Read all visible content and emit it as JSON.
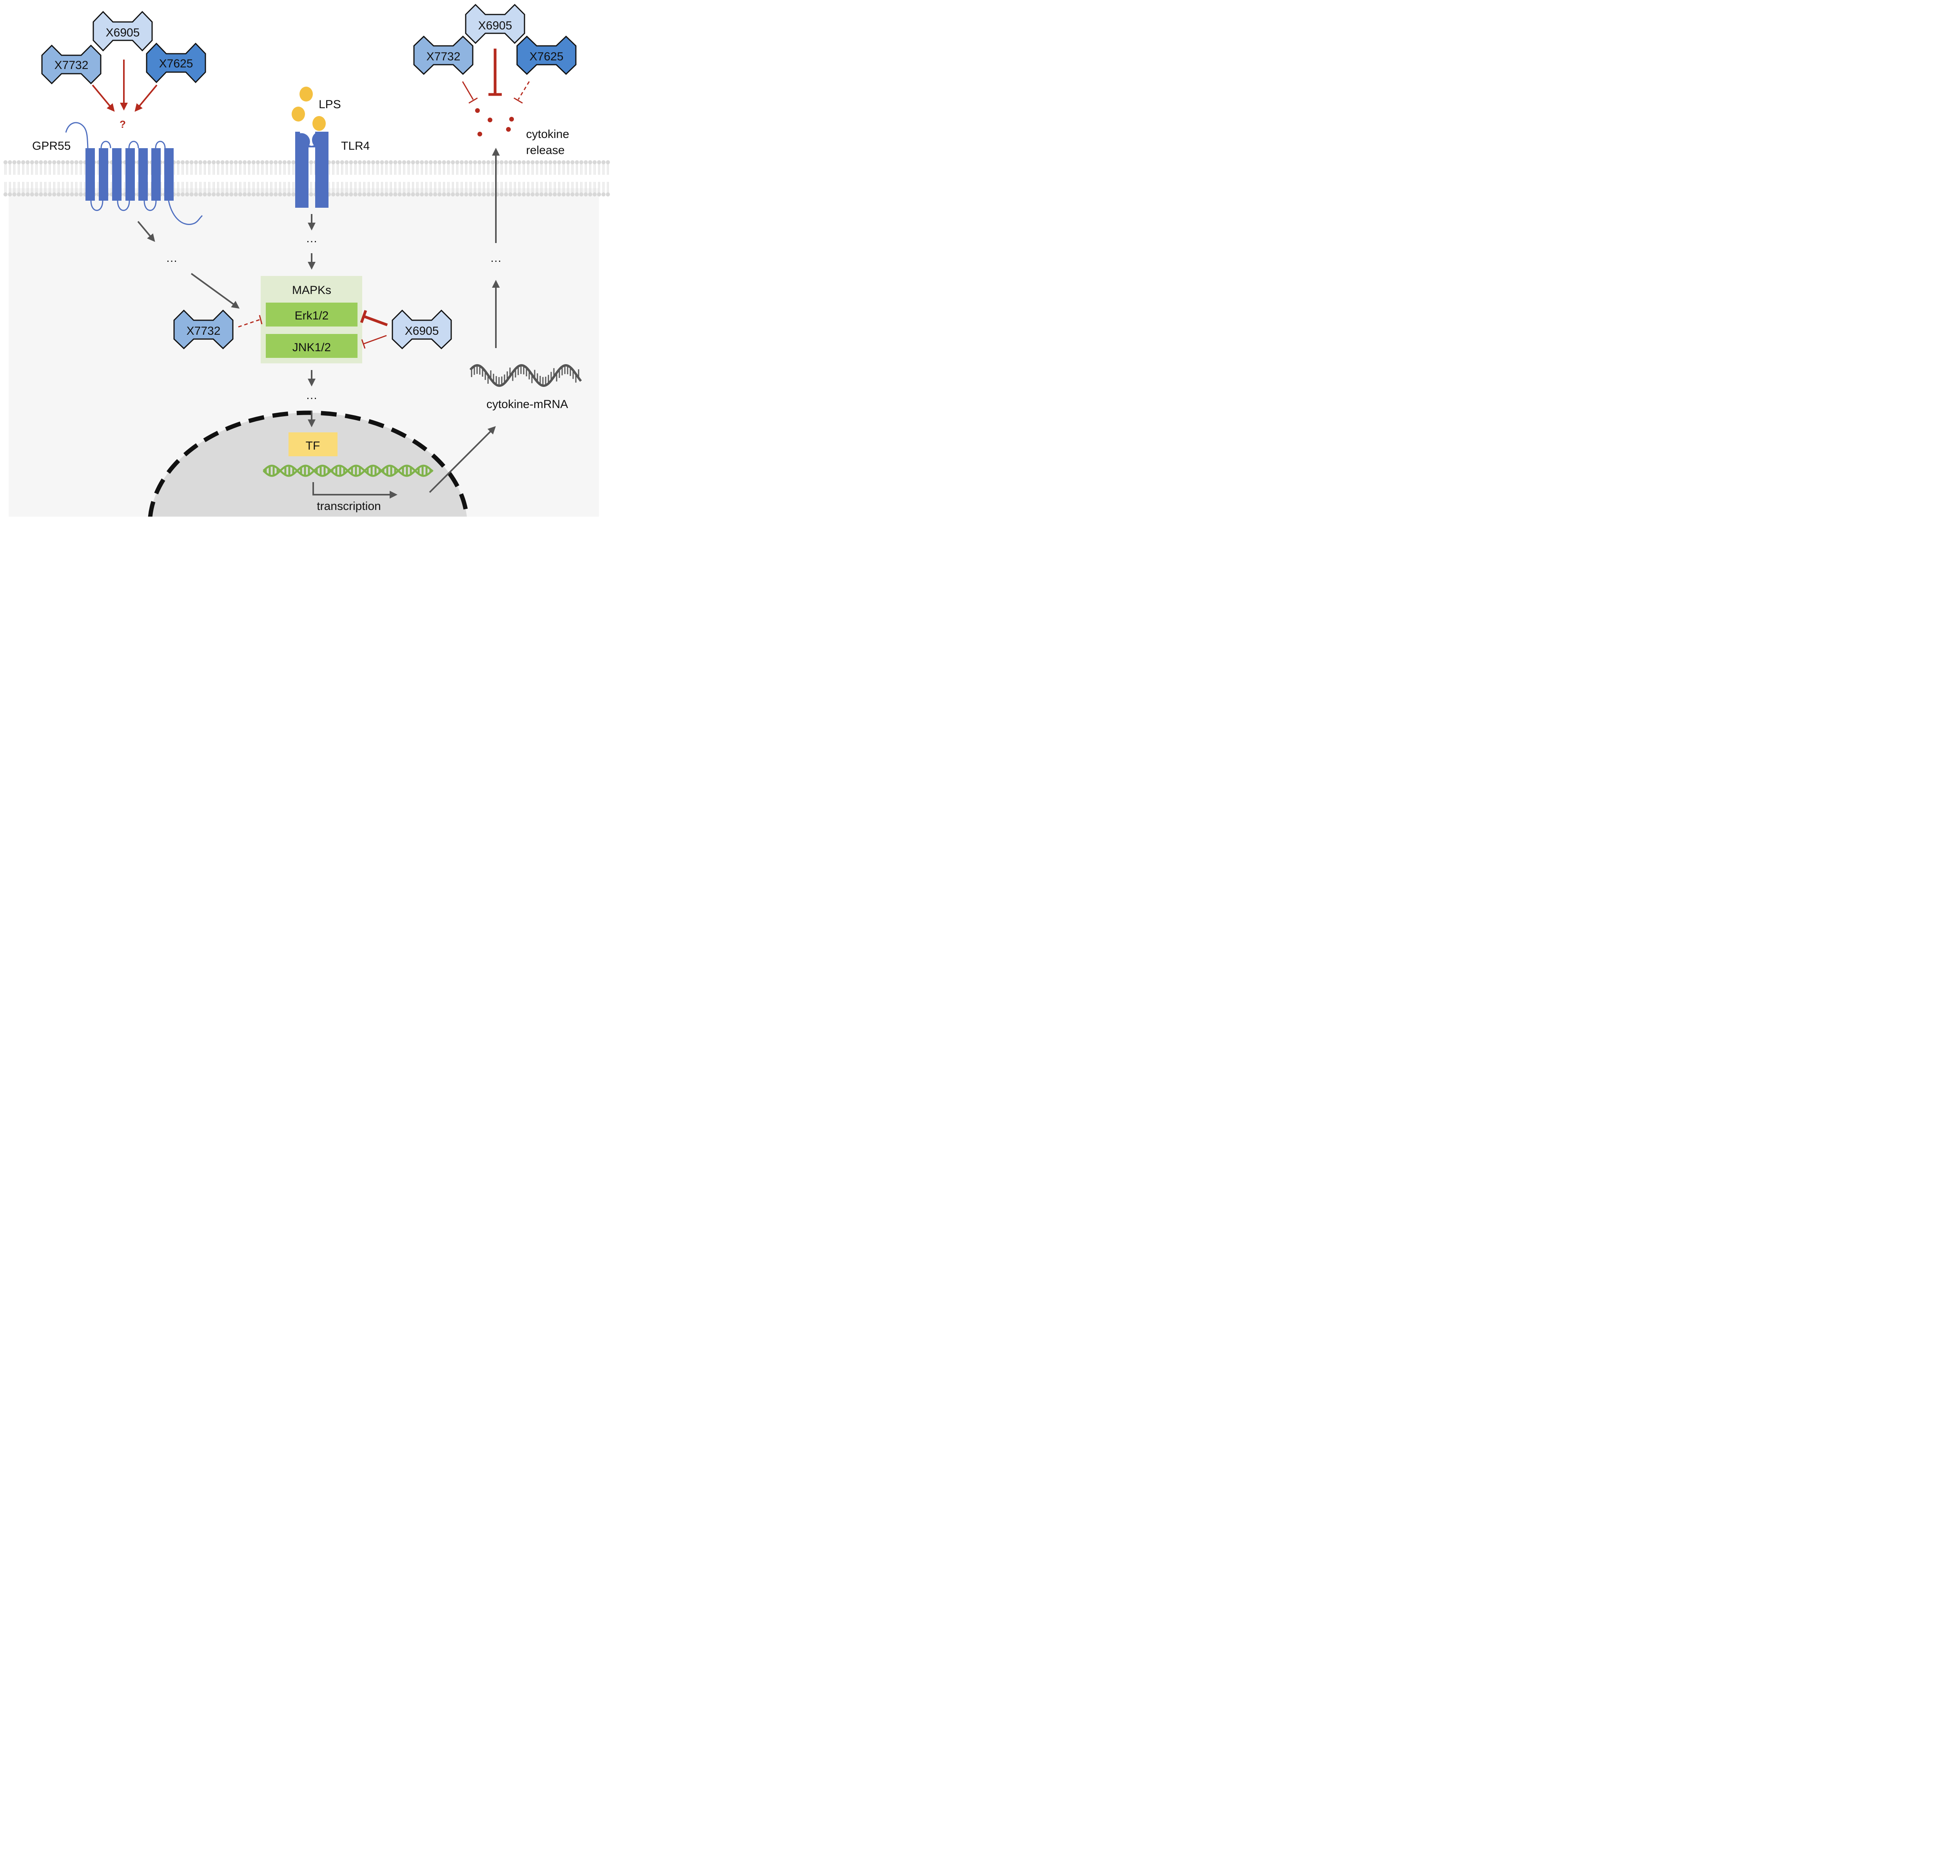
{
  "compounds": {
    "x6905": "X6905",
    "x7732": "X7732",
    "x7625": "X7625"
  },
  "receptors": {
    "gpr55": "GPR55",
    "tlr4": "TLR4"
  },
  "ligand": "LPS",
  "question_mark": "?",
  "mapk": {
    "title": "MAPKs",
    "erk": "Erk1/2",
    "jnk": "JNK1/2"
  },
  "transcription_factor": "TF",
  "transcription": "transcription",
  "mrna": "cytokine-mRNA",
  "release": {
    "line1": "cytokine",
    "line2": "release"
  },
  "ellipsis": "…",
  "colors": {
    "x6905_fill": "#c8daf2",
    "x7732_fill": "#8fb4e0",
    "x7625_fill": "#4a86cf",
    "receptor_blue": "#4f6fc0",
    "lps_yellow": "#f4c040",
    "inhibition_red": "#b52a1e",
    "flow_gray": "#555555",
    "mapk_panel": "#e2ecd2",
    "kinase_green": "#9acd5a",
    "tf_yellow": "#fadb78",
    "dna_green": "#7fb24a",
    "nucleus_gray": "#dadada",
    "cytoplasm_gray": "#f6f6f6",
    "membrane_gray": "#d8d8d8"
  }
}
